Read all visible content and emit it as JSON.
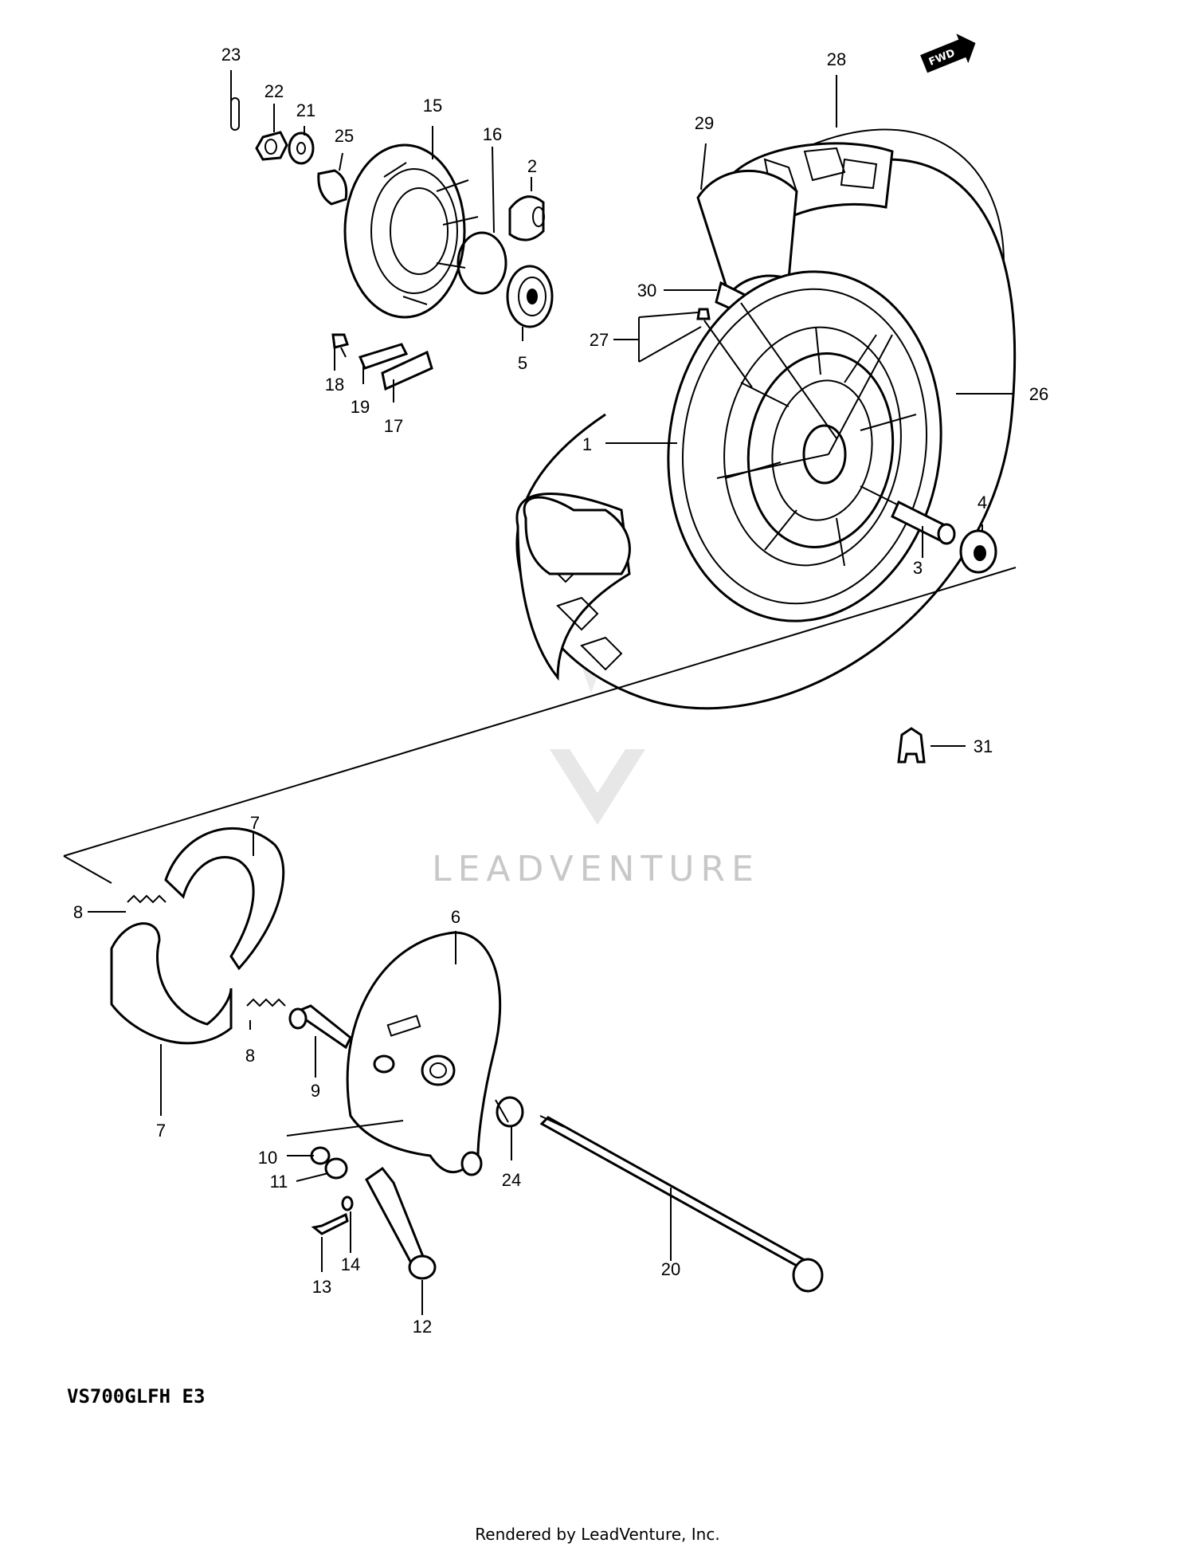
{
  "figure": {
    "model_code": "VS700GLFH  E3",
    "footer": "Rendered by LeadVenture, Inc.",
    "watermark": "LEADVENTURE",
    "direction_badge": "FWD",
    "callouts": [
      "1",
      "2",
      "3",
      "4",
      "5",
      "6",
      "7",
      "8",
      "9",
      "10",
      "11",
      "12",
      "13",
      "14",
      "15",
      "16",
      "17",
      "18",
      "19",
      "20",
      "21",
      "22",
      "23",
      "24",
      "25",
      "26",
      "27",
      "28",
      "29",
      "30",
      "31"
    ]
  }
}
